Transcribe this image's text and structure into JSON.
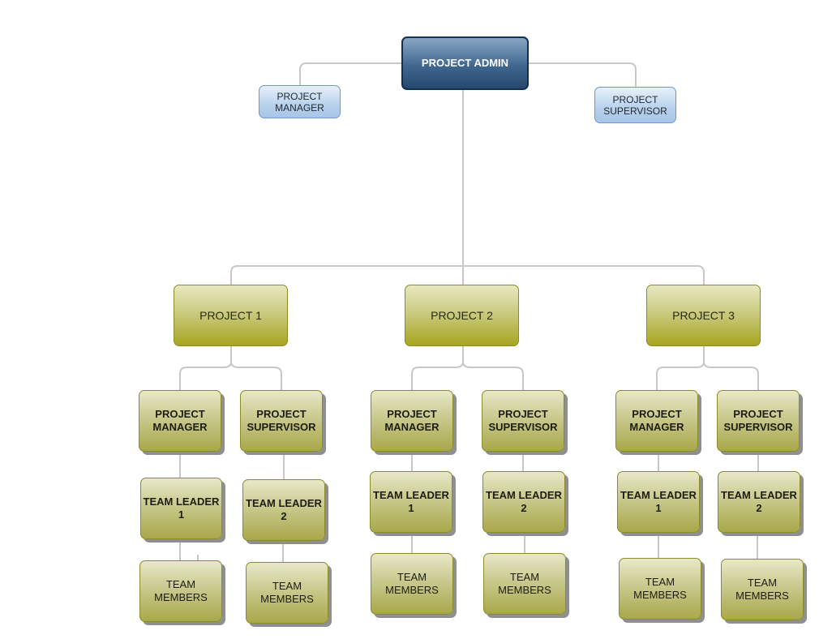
{
  "admin": {
    "label": "PROJECT ADMIN"
  },
  "admin_staff": {
    "manager": "PROJECT\nMANAGER",
    "supervisor": "PROJECT\nSUPERVISOR"
  },
  "projects": [
    {
      "name": "PROJECT 1",
      "manager": "PROJECT\nMANAGER",
      "supervisor": "PROJECT\nSUPERVISOR",
      "leader_a": "TEAM LEADER\n1",
      "leader_b": "TEAM LEADER\n2",
      "members_a": "TEAM\nMEMBERS",
      "members_b": "TEAM\nMEMBERS"
    },
    {
      "name": "PROJECT 2",
      "manager": "PROJECT\nMANAGER",
      "supervisor": "PROJECT\nSUPERVISOR",
      "leader_a": "TEAM LEADER\n1",
      "leader_b": "TEAM LEADER\n2",
      "members_a": "TEAM\nMEMBERS",
      "members_b": "TEAM\nMEMBERS"
    },
    {
      "name": "PROJECT 3",
      "manager": "PROJECT\nMANAGER",
      "supervisor": "PROJECT\nSUPERVISOR",
      "leader_a": "TEAM LEADER\n1",
      "leader_b": "TEAM LEADER\n2",
      "members_a": "TEAM\nMEMBERS",
      "members_b": "TEAM\nMEMBERS"
    }
  ],
  "colors": {
    "admin": "#2f5379",
    "top_staff": "#b7d1ec",
    "nodes": "#a8a84a",
    "connectors": "#c8c8c8"
  }
}
